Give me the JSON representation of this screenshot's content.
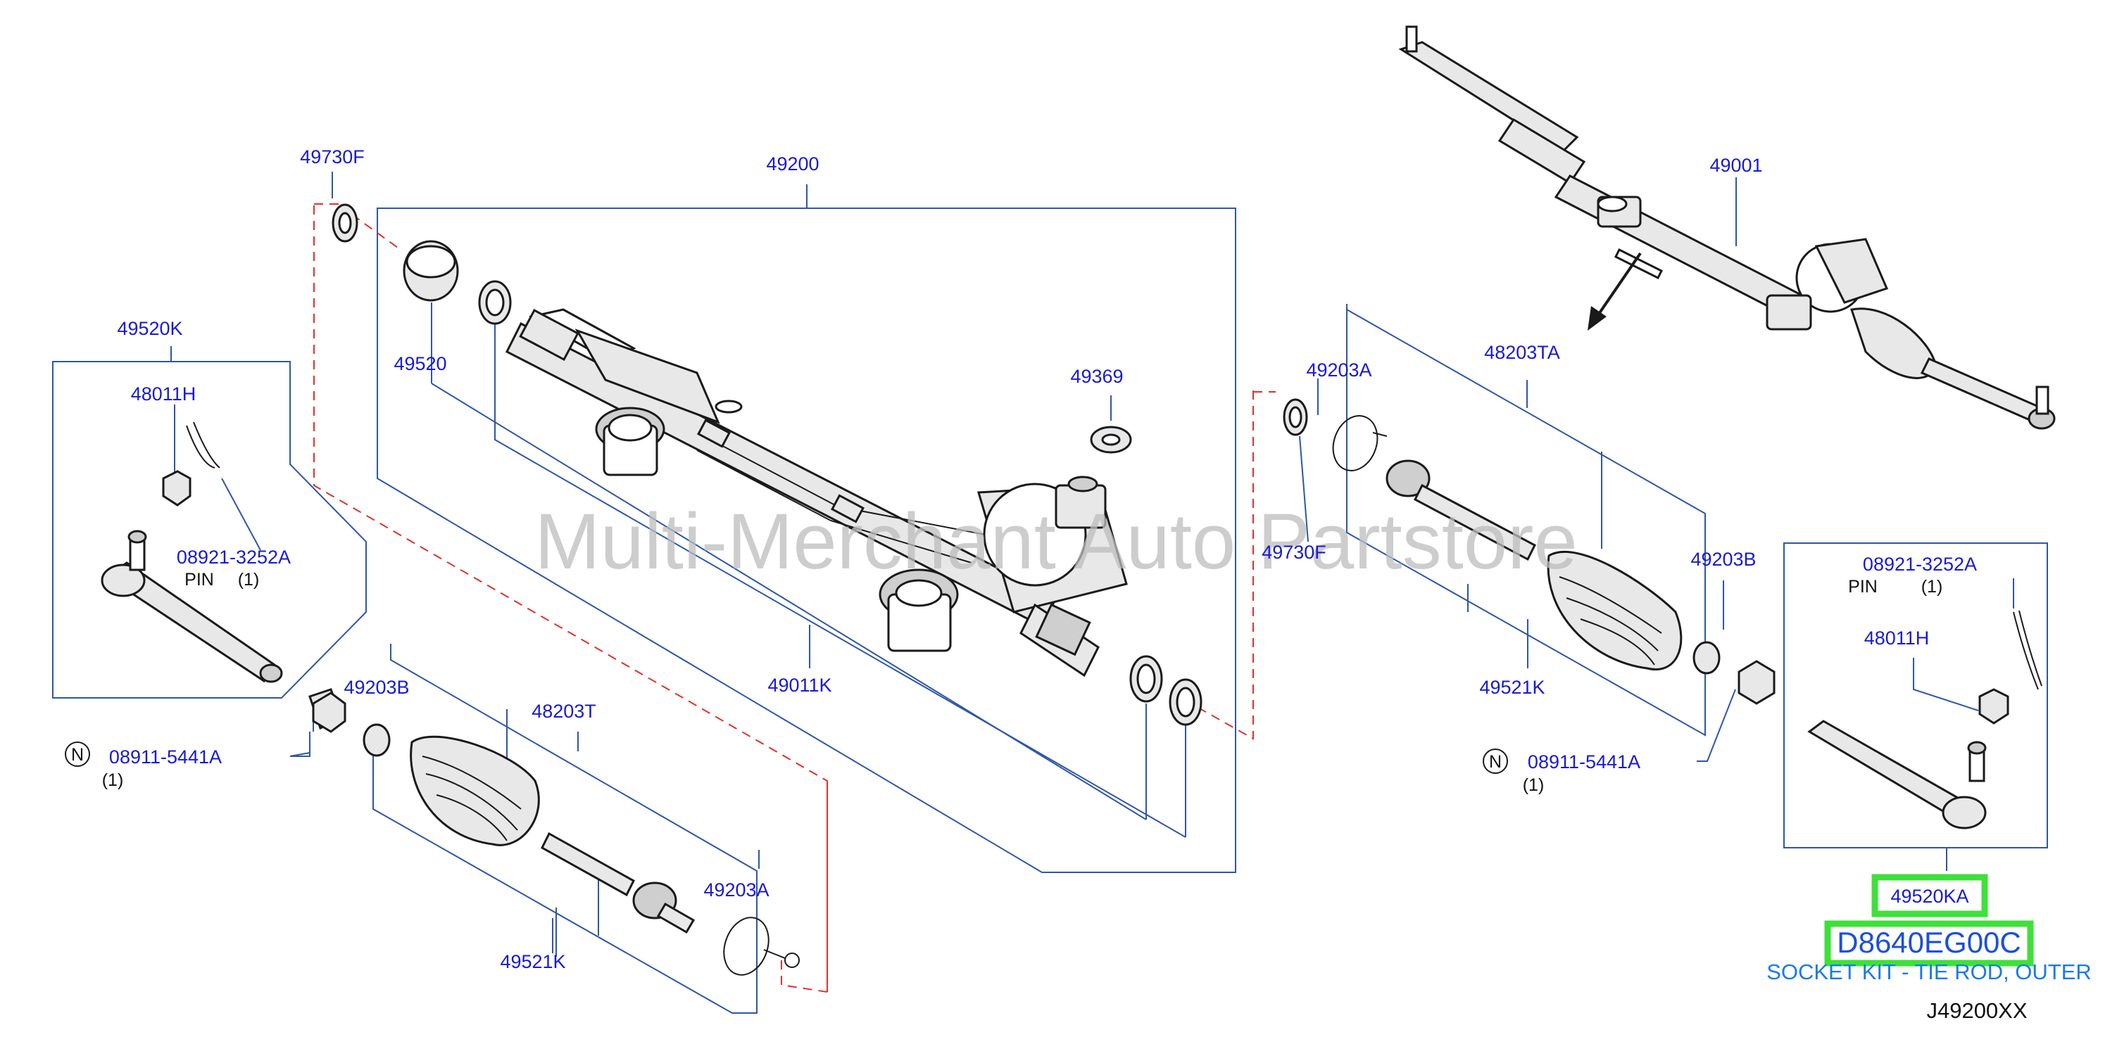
{
  "labels": {
    "p49730F_a": "49730F",
    "p49200": "49200",
    "p49520K": "49520K",
    "p48011H_a": "48011H",
    "p08921_a": "08921-3252A",
    "pin_a": "PIN",
    "qty_pin_a": "(1)",
    "p49520": "49520",
    "p49369": "49369",
    "p49011K": "49011K",
    "p49203B_a": "49203B",
    "p48203T": "48203T",
    "p08911_a": "08911-5441A",
    "qty_08911_a": "(1)",
    "p49203A_a": "49203A",
    "p49521K_a": "49521K",
    "p49001": "49001",
    "p49203A_b": "49203A",
    "p48203TA": "48203TA",
    "p49730F_b": "49730F",
    "p49203B_b": "49203B",
    "p49521K_b": "49521K",
    "p08911_b": "08911-5441A",
    "qty_08911_b": "(1)",
    "p08921_b": "08921-3252A",
    "pin_b": "PIN",
    "qty_pin_b": "(1)",
    "p48011H_b": "48011H",
    "p49520KA": "49520KA",
    "n_symbol": "N"
  },
  "highlight": {
    "part_code": "D8640EG00C",
    "description": "SOCKET KIT - TIE ROD, OUTER",
    "color": "#3fe03a"
  },
  "watermark": "Multi-Merchant Auto Partstore",
  "catalog_code": "J49200XX",
  "colors": {
    "label_blue": "#1a1ad0",
    "leader_line": "#2e56a8",
    "dashed_red": "#e0302a"
  }
}
